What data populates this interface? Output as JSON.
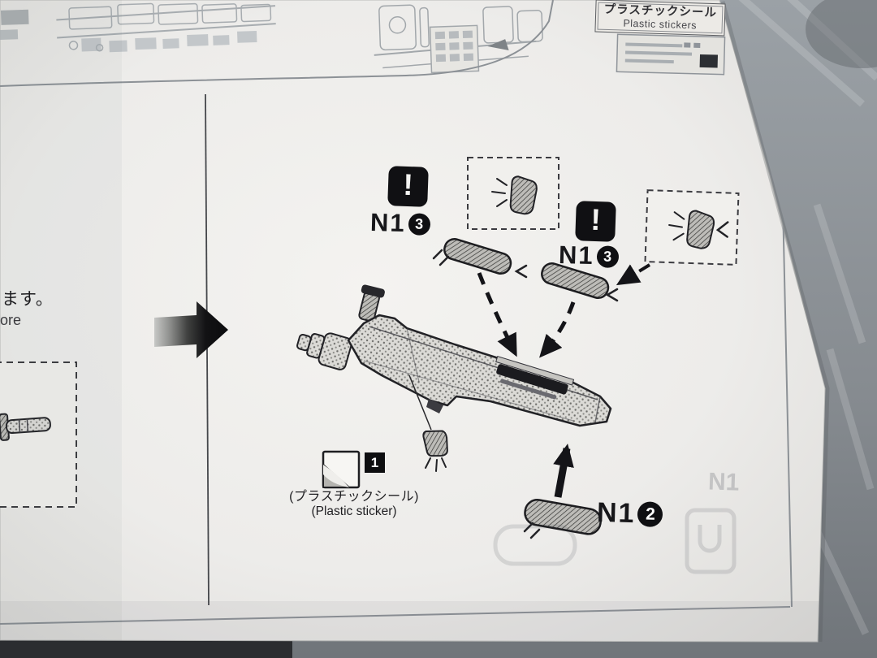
{
  "scene": {
    "description": "Photograph of a plastic model kit instruction sheet page showing a sticker-application step on a rifle part",
    "colors": {
      "background": "#8d9296",
      "paper": "#edecea",
      "ink": "#1b1b1e",
      "accent_black": "#101013"
    }
  },
  "header": {
    "sticker_box_jp": "プラスチックシール",
    "sticker_box_en": "Plastic stickers"
  },
  "margin_text": {
    "jp_fragment": "ます。",
    "en_fragment": "ore"
  },
  "warning": {
    "glyph": "!"
  },
  "labels": {
    "upper_left": {
      "code": "N1",
      "badge": "3"
    },
    "upper_right": {
      "code": "N1",
      "badge": "3"
    },
    "bottom": {
      "code": "N1",
      "badge": "2"
    }
  },
  "callout": {
    "number": "1",
    "jp": "(プラスチックシール)",
    "en": "(Plastic sticker)"
  },
  "ghost": {
    "text": "N1"
  }
}
